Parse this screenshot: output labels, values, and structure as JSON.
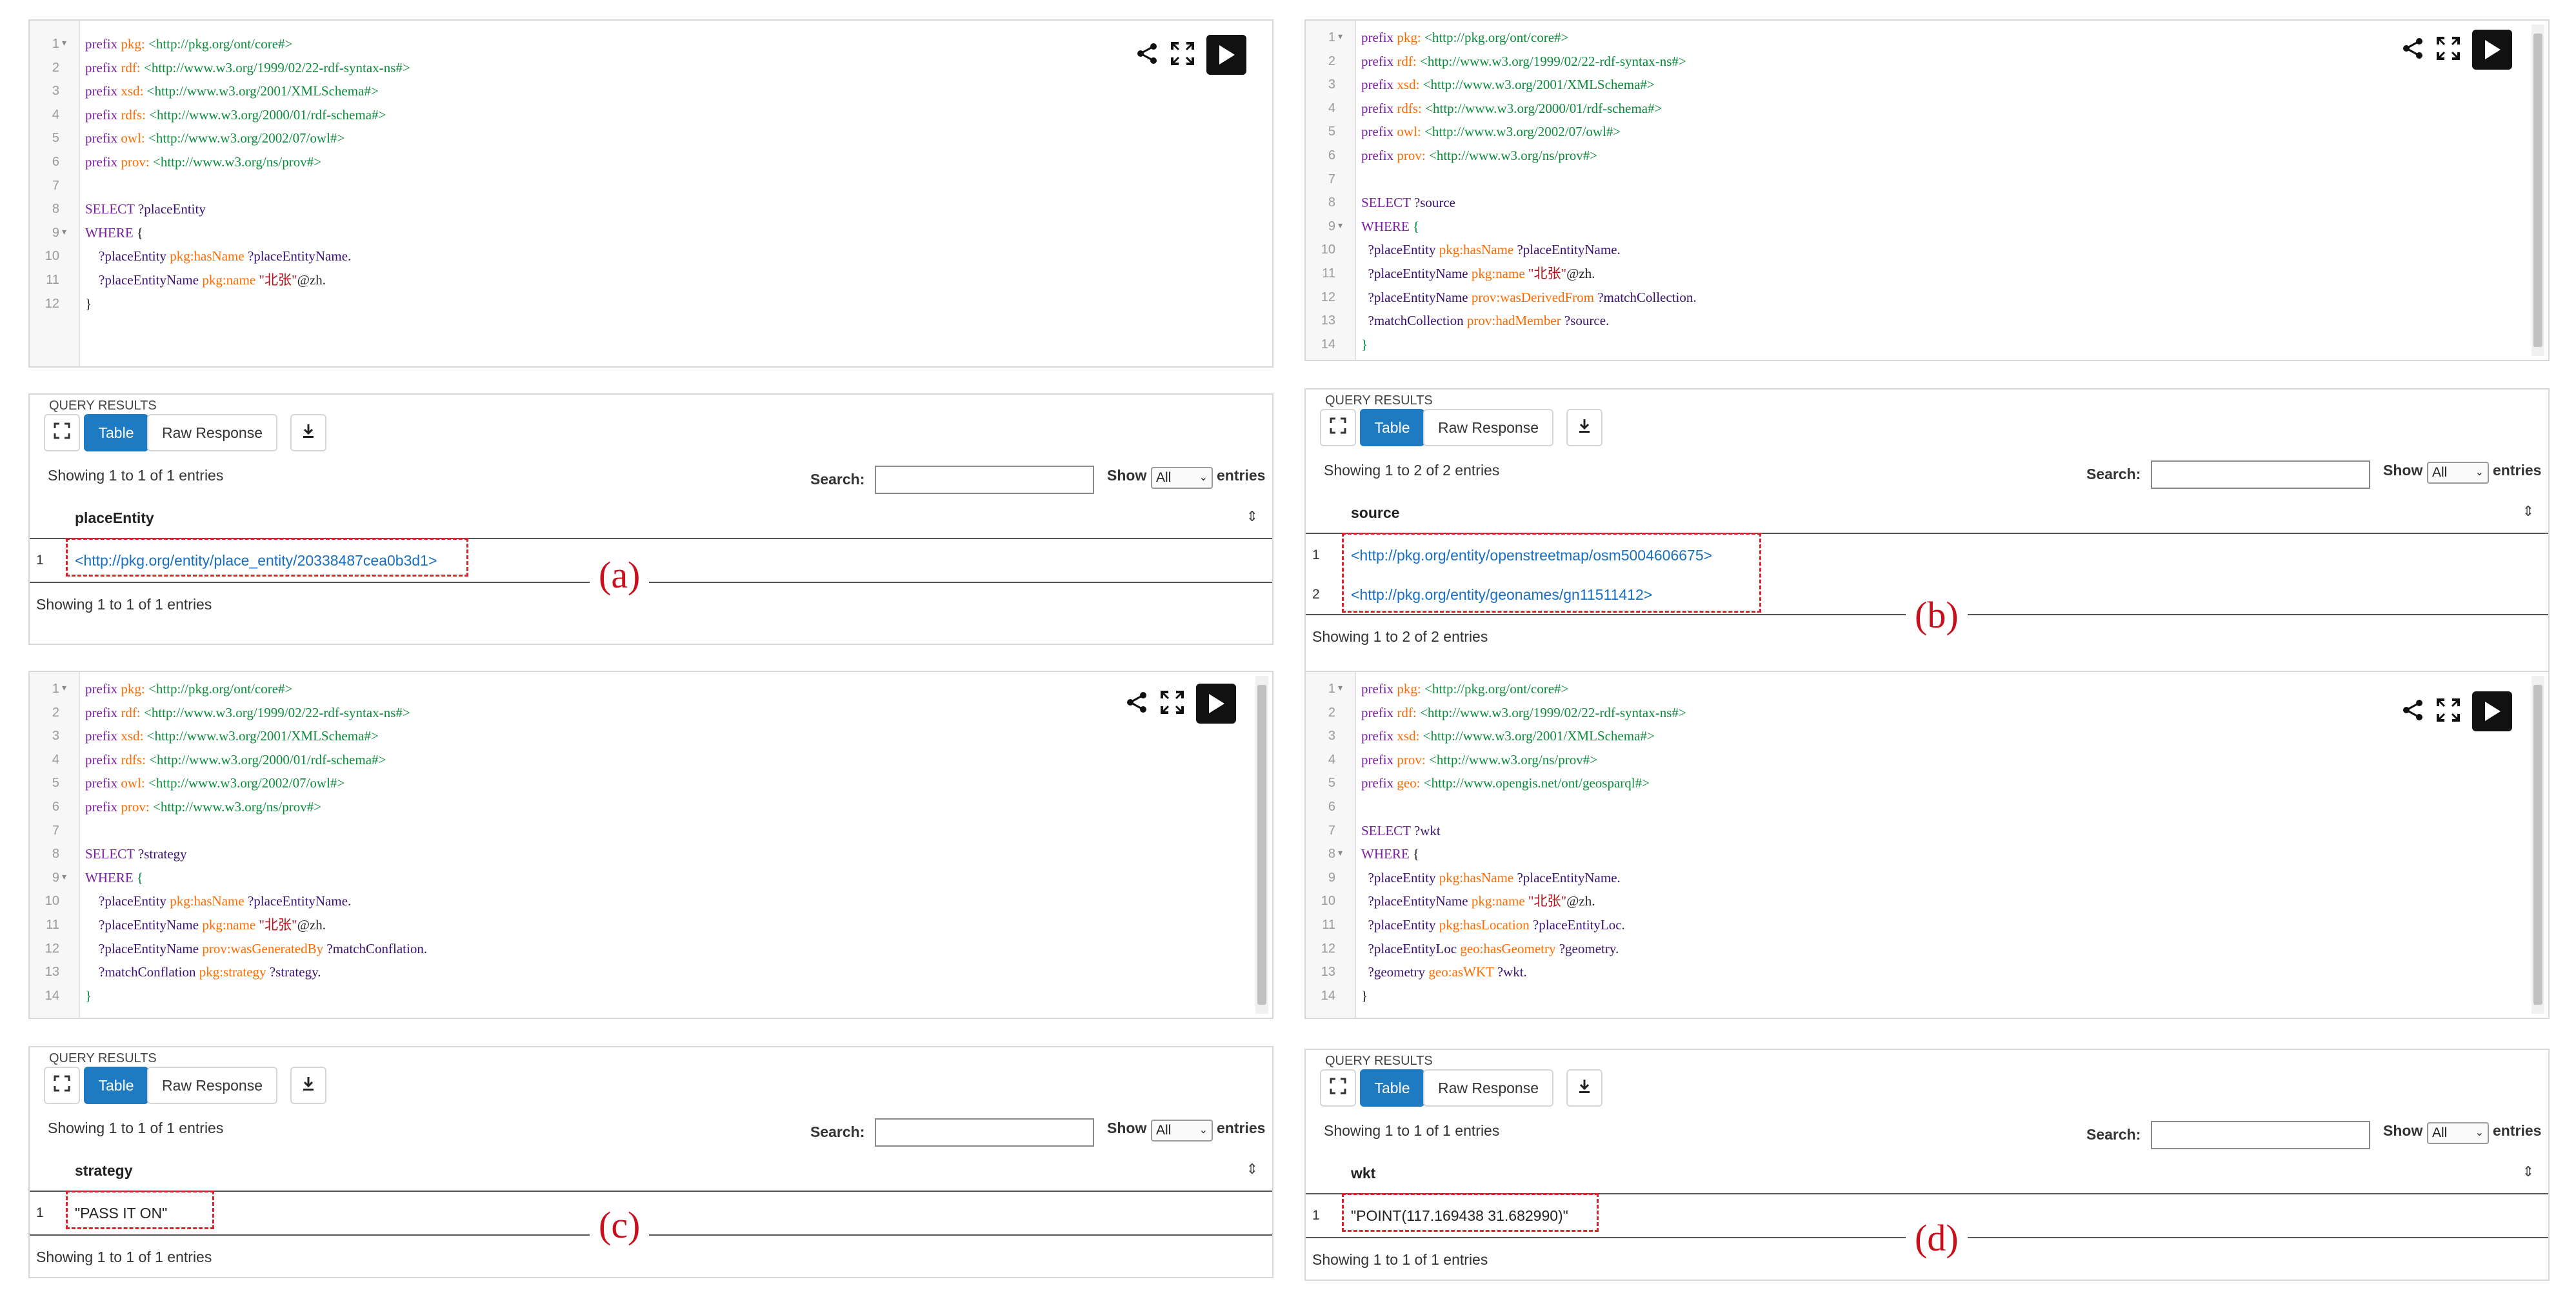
{
  "common": {
    "results_title": "QUERY RESULTS",
    "table_label": "Table",
    "raw_label": "Raw Response",
    "search_label": "Search:",
    "show_label": "Show",
    "show_value": "All",
    "entries_label": "entries",
    "prefix_kw": "prefix",
    "prefixes": {
      "pkg": {
        "name": "pkg:",
        "uri": "<http://pkg.org/ont/core#>"
      },
      "rdf": {
        "name": "rdf:",
        "uri": "<http://www.w3.org/1999/02/22-rdf-syntax-ns#>"
      },
      "xsd": {
        "name": "xsd:",
        "uri": "<http://www.w3.org/2001/XMLSchema#>"
      },
      "rdfs": {
        "name": "rdfs:",
        "uri": "<http://www.w3.org/2000/01/rdf-schema#>"
      },
      "owl": {
        "name": "owl:",
        "uri": "<http://www.w3.org/2002/07/owl#>"
      },
      "prov": {
        "name": "prov:",
        "uri": "<http://www.w3.org/ns/prov#>"
      },
      "geo": {
        "name": "geo:",
        "uri": "<http://www.opengis.net/ont/geosparql#>"
      }
    }
  },
  "panels": {
    "a": {
      "caption": "(a)",
      "select_var": "?placeEntity",
      "triples": [
        {
          "s": "?placeEntity",
          "p": "pkg:hasName",
          "o": "?placeEntityName."
        },
        {
          "s": "?placeEntityName",
          "p": "pkg:name",
          "lit": "\"北张\"",
          "tail": "@zh."
        }
      ],
      "showing_top": "Showing 1 to 1 of 1 entries",
      "column": "placeEntity",
      "rows": [
        {
          "n": "1",
          "v": "<http://pkg.org/entity/place_entity/20338487cea0b3d1>"
        }
      ],
      "showing_bottom": "Showing 1 to 1 of 1 entries"
    },
    "b": {
      "caption": "(b)",
      "select_var": "?source",
      "triples": [
        {
          "s": "?placeEntity",
          "p": "pkg:hasName",
          "o": "?placeEntityName."
        },
        {
          "s": "?placeEntityName",
          "p": "pkg:name",
          "lit": "\"北张\"",
          "tail": "@zh."
        },
        {
          "s": "?placeEntityName",
          "p": "prov:wasDerivedFrom",
          "o": "?matchCollection."
        },
        {
          "s": "?matchCollection",
          "p": "prov:hadMember",
          "o": "?source."
        }
      ],
      "showing_top": "Showing 1 to 2 of 2 entries",
      "column": "source",
      "rows": [
        {
          "n": "1",
          "v": "<http://pkg.org/entity/openstreetmap/osm5004606675>"
        },
        {
          "n": "2",
          "v": "<http://pkg.org/entity/geonames/gn11511412>"
        }
      ],
      "showing_bottom": "Showing 1 to 2 of 2 entries"
    },
    "c": {
      "caption": "(c)",
      "select_var": "?strategy",
      "triples": [
        {
          "s": "?placeEntity",
          "p": "pkg:hasName",
          "o": "?placeEntityName."
        },
        {
          "s": "?placeEntityName",
          "p": "pkg:name",
          "lit": "\"北张\"",
          "tail": "@zh."
        },
        {
          "s": "?placeEntityName",
          "p": "prov:wasGeneratedBy",
          "o": "?matchConflation."
        },
        {
          "s": "?matchConflation",
          "p": "pkg:strategy",
          "o": "?strategy."
        }
      ],
      "showing_top": "Showing 1 to 1 of 1 entries",
      "column": "strategy",
      "rows": [
        {
          "n": "1",
          "v": "\"PASS IT ON\""
        }
      ],
      "showing_bottom": "Showing 1 to 1 of 1 entries"
    },
    "d": {
      "caption": "(d)",
      "select_var": "?wkt",
      "triples": [
        {
          "s": "?placeEntity",
          "p": "pkg:hasName",
          "o": "?placeEntityName."
        },
        {
          "s": "?placeEntityName",
          "p": "pkg:name",
          "lit": "\"北张\"",
          "tail": "@zh."
        },
        {
          "s": "?placeEntity",
          "p": "pkg:hasLocation",
          "o": "?placeEntityLoc."
        },
        {
          "s": "?placeEntityLoc",
          "p": "geo:hasGeometry",
          "o": "?geometry."
        },
        {
          "s": "?geometry",
          "p": "geo:asWKT",
          "o": "?wkt."
        }
      ],
      "showing_top": "Showing 1 to 1 of 1 entries",
      "column": "wkt",
      "rows": [
        {
          "n": "1",
          "v": "\"POINT(117.169438 31.682990)\""
        }
      ],
      "showing_bottom": "Showing 1 to 1 of 1 entries"
    }
  }
}
